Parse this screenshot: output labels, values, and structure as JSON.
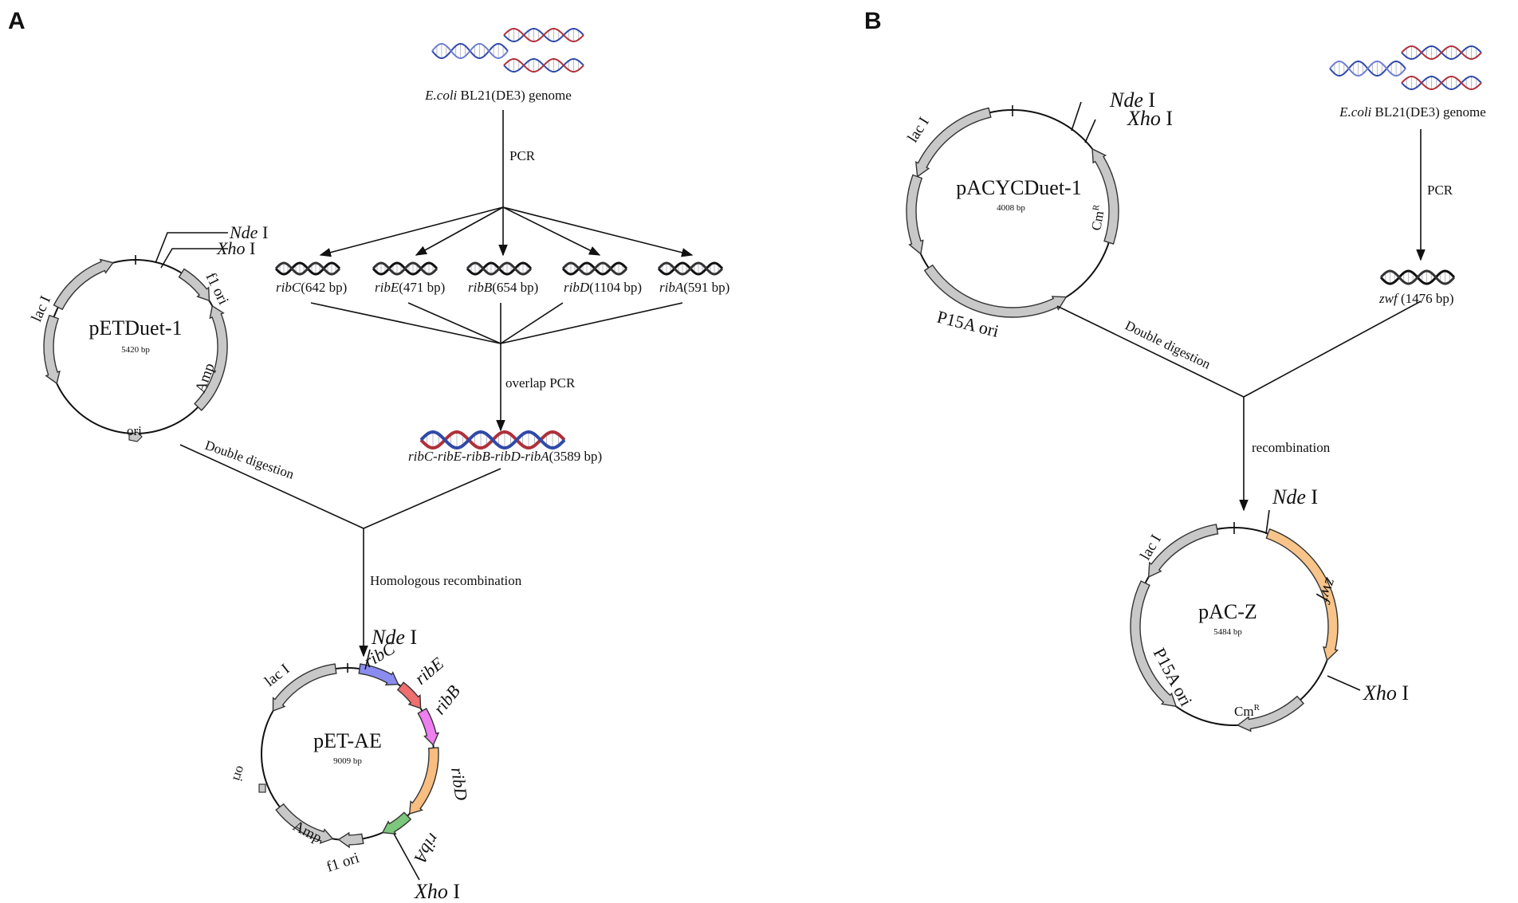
{
  "panels": {
    "a": {
      "letter": "A",
      "genome_label_italic": "E.coli",
      "genome_label_rest": " BL21(DE3) genome",
      "pcr": "PCR",
      "genes": [
        {
          "name": "ribC",
          "size": "(642 bp)"
        },
        {
          "name": "ribE",
          "size": "(471 bp)"
        },
        {
          "name": "ribB",
          "size": "(654 bp)"
        },
        {
          "name": "ribD",
          "size": "(1104 bp)"
        },
        {
          "name": "ribA",
          "size": "(591 bp)"
        }
      ],
      "overlap_pcr": "overlap PCR",
      "operon_label": "ribC-ribE-ribB-ribD-ribA",
      "operon_size": "(3589 bp)",
      "vector": {
        "name": "pETDuet-1",
        "size": "5420 bp",
        "site1_italic": "Nde",
        "site1_rest": " I",
        "site2_italic": "Xho",
        "site2_rest": " I",
        "features": [
          "lac I",
          "f1 ori",
          "Amp",
          "ori"
        ]
      },
      "double_digestion": "Double digestion",
      "homologous_recombination": "Homologous recombination",
      "product": {
        "name": "pET-AE",
        "size": "9009 bp",
        "site1_italic": "Nde",
        "site1_rest": " I",
        "site2_italic": "Xho",
        "site2_rest": " I",
        "features": [
          "lac I",
          "ribC",
          "ribE",
          "ribB",
          "ribD",
          "ribA",
          "f1 ori",
          "Amp",
          "ori"
        ]
      }
    },
    "b": {
      "letter": "B",
      "genome_label_italic": "E.coli",
      "genome_label_rest": " BL21(DE3) genome",
      "pcr": "PCR",
      "gene": {
        "name": "zwf",
        "size": " (1476 bp)"
      },
      "vector": {
        "name": "pACYCDuet-1",
        "size": "4008 bp",
        "site1_italic": "Nde",
        "site1_rest": " I",
        "site2_italic": "Xho",
        "site2_rest": " I",
        "features": [
          "lac I",
          "Cm",
          "P15A ori"
        ]
      },
      "cm_superscript": "R",
      "double_digestion": "Double digestion",
      "recombination": "recombination",
      "product": {
        "name": "pAC-Z",
        "size": "5484 bp",
        "site1_italic": "Nde",
        "site1_rest": " I",
        "site2_italic": "Xho",
        "site2_rest": " I",
        "features": [
          "lac I",
          "zwf",
          "P15A ori",
          "Cm"
        ]
      }
    }
  },
  "colors": {
    "backbone_feature": "#c8c8c8",
    "ribC": "#8a8cf0",
    "ribE": "#ef6e6e",
    "ribB": "#ee7ff0",
    "ribD": "#f8bd80",
    "ribA": "#7cc77c",
    "zwf": "#f8c48a",
    "dna_blue": "#2f4aa8",
    "dna_red": "#b0303a"
  }
}
